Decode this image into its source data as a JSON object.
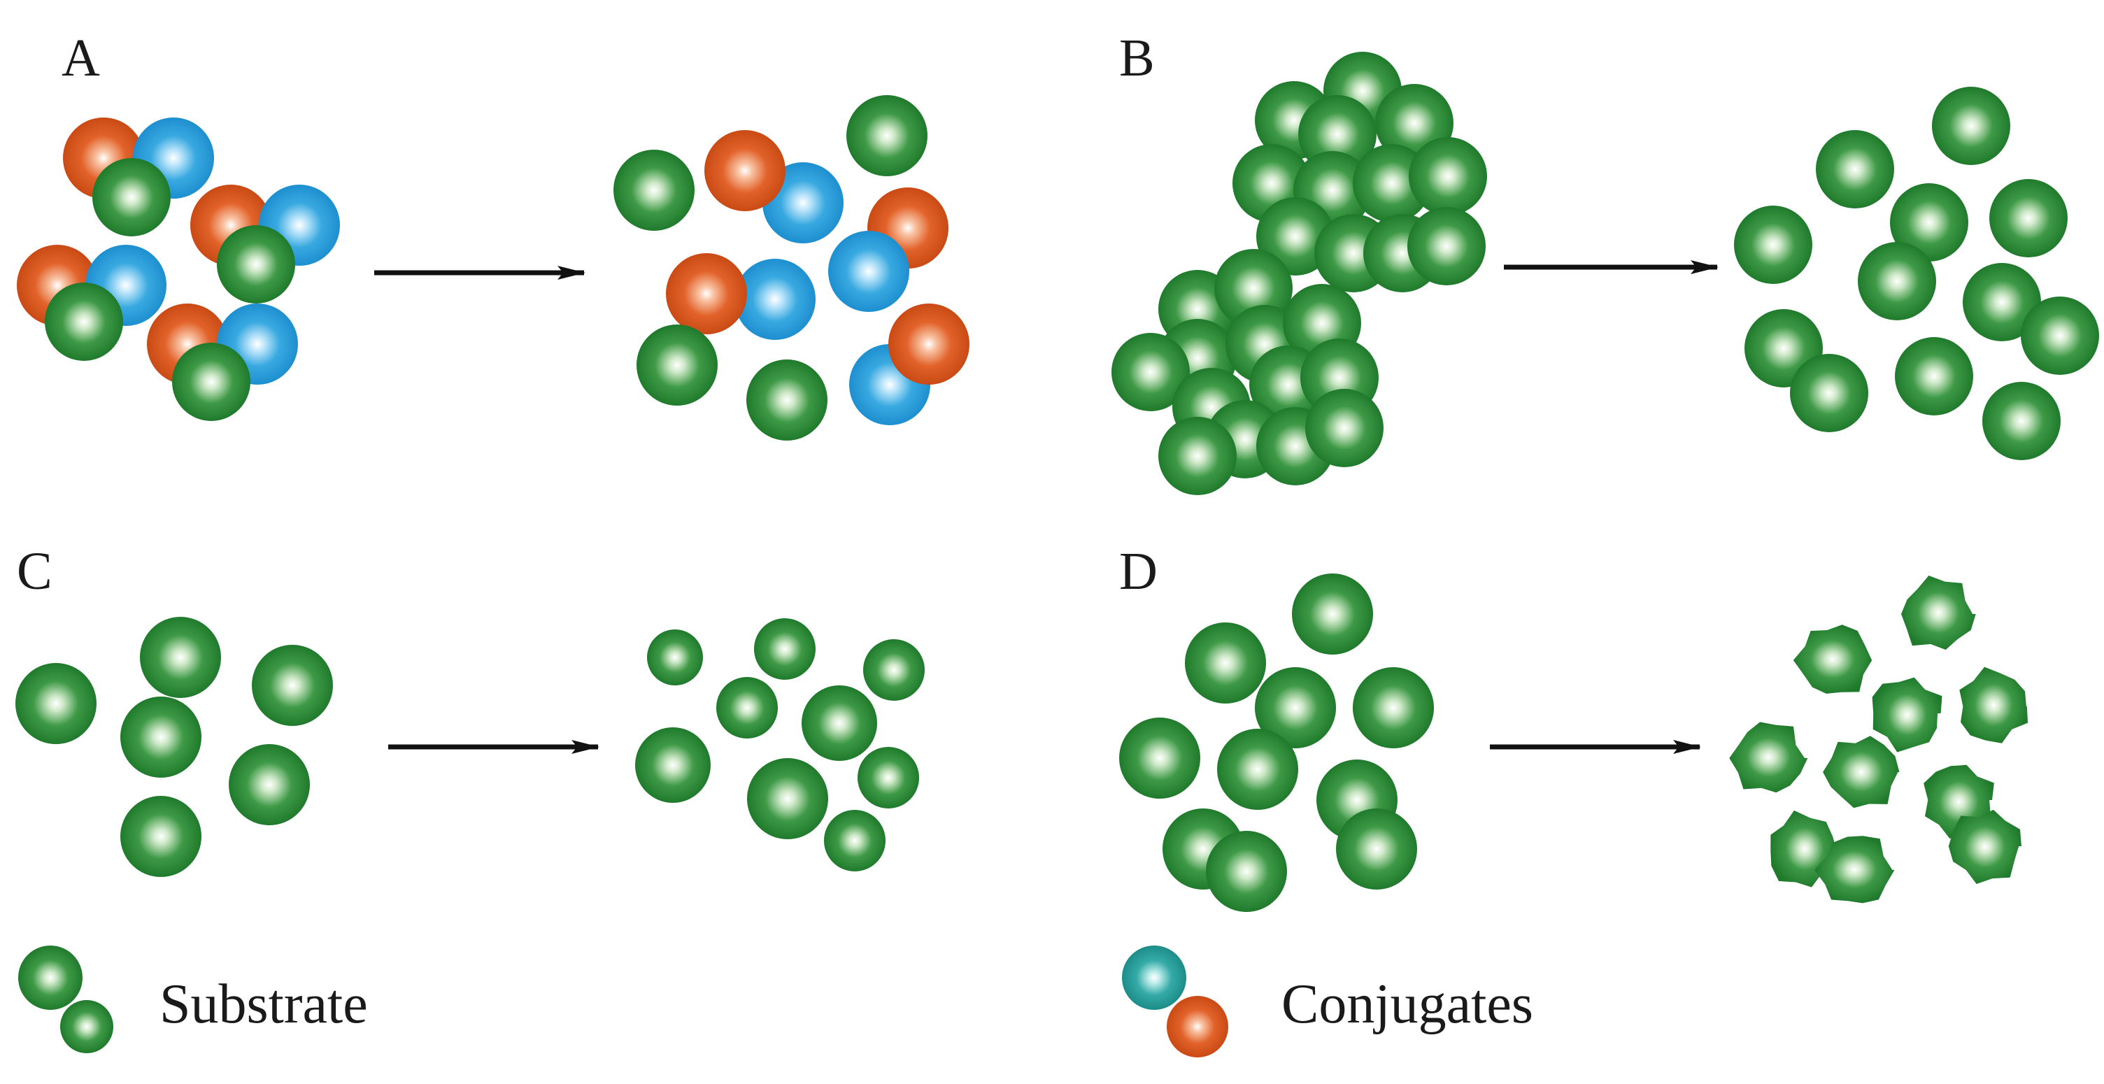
{
  "colors": {
    "substrate": "#2e8b3a",
    "substrate_edge": "#1f7a2c",
    "conjugate_blue": "#2e9fd8",
    "conjugate_orange": "#e0561c",
    "conjugate_teal": "#2aa7a4",
    "arrow": "#111111"
  },
  "panels": [
    {
      "label": "A"
    },
    {
      "label": "B"
    },
    {
      "label": "C"
    },
    {
      "label": "D"
    }
  ],
  "legend": {
    "substrate": {
      "label": "Substrate",
      "icon": "substrate-spheres-icon"
    },
    "conjugates": {
      "label": "Conjugates",
      "icon": "conjugate-spheres-icon"
    }
  }
}
